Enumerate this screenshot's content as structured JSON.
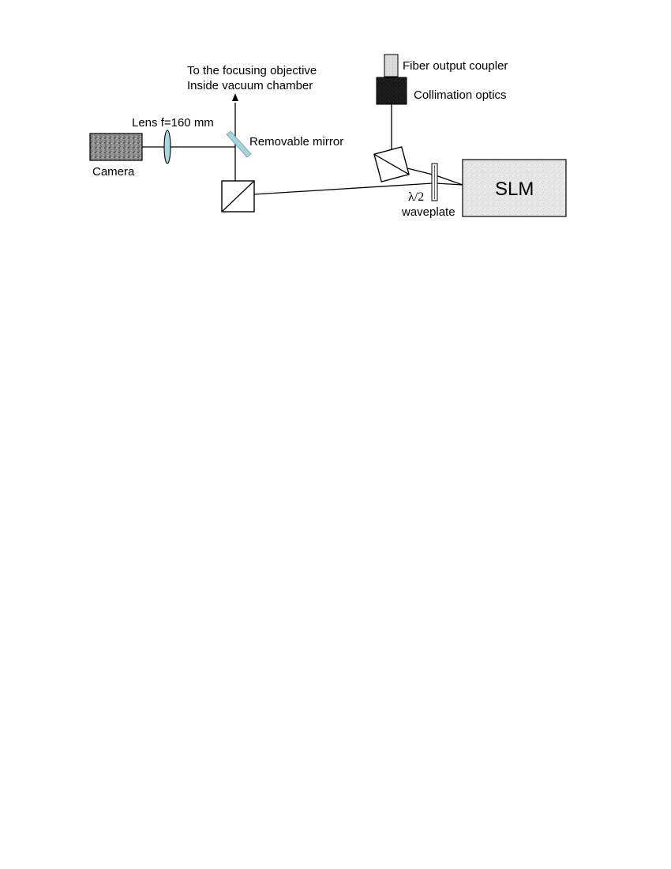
{
  "labels": {
    "focusing_line1": "To the focusing objective",
    "focusing_line2": "Inside vacuum chamber",
    "lens": "Lens f=160 mm",
    "removable_mirror": "Removable mirror",
    "camera": "Camera",
    "fiber_coupler": "Fiber output coupler",
    "collimation": "Collimation optics",
    "waveplate_symbol": "λ/2",
    "waveplate": "waveplate",
    "slm": "SLM"
  },
  "colors": {
    "lens_fill": "#a8d8e0",
    "mirror_fill": "#a9d3dc",
    "collimation_fill": "#1c1c1c",
    "camera_fill": "#8a8a8a",
    "slm_fill": "#e4e4e4",
    "fiber_fill": "#d8d8d8"
  }
}
